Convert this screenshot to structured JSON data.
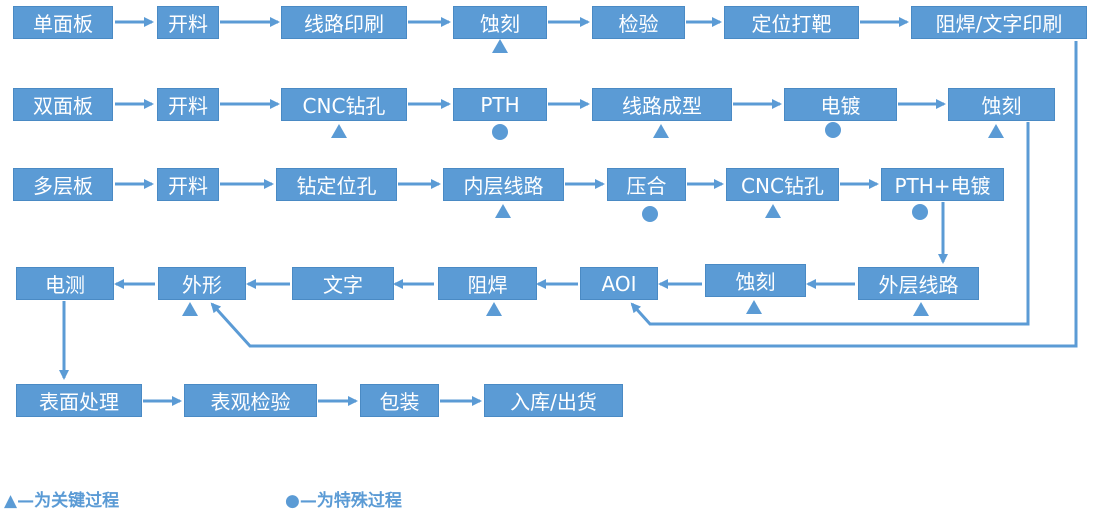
{
  "flow": {
    "single": [
      "单面板",
      "开料",
      "线路印刷",
      "蚀刻",
      "检验",
      "定位打靶",
      "阻焊/文字印刷"
    ],
    "double": [
      "双面板",
      "开料",
      "CNC钻孔",
      "PTH",
      "线路成型",
      "电镀",
      "蚀刻"
    ],
    "multi": [
      "多层板",
      "开料",
      "钻定位孔",
      "内层线路",
      "压合",
      "CNC钻孔",
      "PTH+电镀"
    ],
    "common": [
      "电测",
      "外形",
      "文字",
      "阻焊",
      "AOI",
      "蚀刻",
      "外层线路"
    ],
    "final": [
      "表面处理",
      "表观检验",
      "包装",
      "入库/出货"
    ]
  },
  "legend": {
    "triangle": "▲—为关键过程",
    "circle": "●—为特殊过程"
  },
  "colors": {
    "box": "#5b9bd5",
    "arrow": "#5b9bd5",
    "text": "#ffffff"
  }
}
